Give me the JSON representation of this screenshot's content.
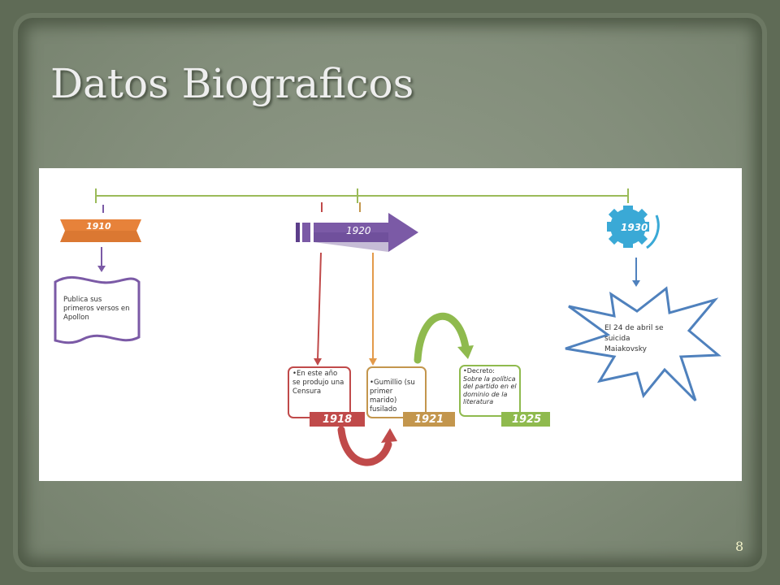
{
  "slide": {
    "title": "Datos Biograficos",
    "page_number": "8"
  },
  "timeline": {
    "markers": [
      {
        "year": "1910",
        "color": "#e7823a",
        "note": "Publica sus primeros versos en Apollon"
      },
      {
        "year": "1920",
        "color": "#7b5aa6"
      },
      {
        "year": "1930",
        "color": "#3aa9d6",
        "note": "El 24 de abril se suicida Maiakovsky"
      }
    ],
    "events": [
      {
        "year": "1918",
        "color": "#c04a4a",
        "note": "•En este año se produjo una Censura"
      },
      {
        "year": "1921",
        "color": "#c3964d",
        "note": "•Gumillio (su primer marido) fusilado"
      },
      {
        "year": "1925",
        "color": "#8fba4e",
        "note_lead": "•Decreto:",
        "note_italic": "Sobre la política del partido en el dominio de la literatura"
      }
    ]
  }
}
